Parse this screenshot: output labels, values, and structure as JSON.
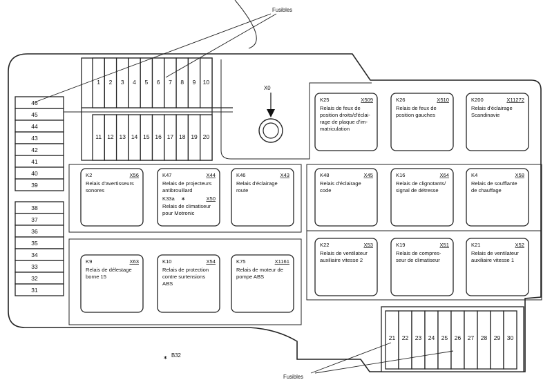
{
  "labels": {
    "fuses_top": "Fusibles",
    "fuses_bottom": "Fusibles",
    "x0": "X0",
    "b32": "B32",
    "star": "∗"
  },
  "fuses_top_row": [
    "1",
    "2",
    "3",
    "4",
    "5",
    "6",
    "7",
    "8",
    "9",
    "10"
  ],
  "fuses_second_row": [
    "11",
    "12",
    "13",
    "14",
    "15",
    "16",
    "17",
    "18",
    "19",
    "20"
  ],
  "fuses_left_upper": [
    "46",
    "45",
    "44",
    "43",
    "42",
    "41",
    "40",
    "39"
  ],
  "fuses_left_lower": [
    "38",
    "37",
    "36",
    "35",
    "34",
    "33",
    "32",
    "31"
  ],
  "fuses_bottom_row": [
    "21",
    "22",
    "23",
    "24",
    "25",
    "26",
    "27",
    "28",
    "29",
    "30"
  ],
  "relays": [
    {
      "id": "K25",
      "code": "X509",
      "lines": [
        "Relais de feux de",
        "position droits/d'éclai-",
        "rage de plaque d'im-",
        "matriculation"
      ]
    },
    {
      "id": "K26",
      "code": "X510",
      "lines": [
        "Relais de feux de",
        "position gauches"
      ]
    },
    {
      "id": "K200",
      "code": "X11272",
      "lines": [
        "Relais d'éclairage",
        "Scandinavie"
      ]
    },
    {
      "id": "K2",
      "code": "X56",
      "lines": [
        "Relais d'avertisseurs",
        "sonores"
      ]
    },
    {
      "id": "K47",
      "code": "X44",
      "lines": [
        "Relais de projecteurs",
        "antibrouillard"
      ],
      "sub_id": "K33a",
      "sub_code": "X50",
      "sub_lines": [
        "Relais de climatiseur",
        "pour Motronic"
      ]
    },
    {
      "id": "K46",
      "code": "X43",
      "lines": [
        "Relais d'éclairage",
        "route"
      ]
    },
    {
      "id": "K48",
      "code": "X45",
      "lines": [
        "Relais d'éclairage",
        "code"
      ]
    },
    {
      "id": "K16",
      "code": "X64",
      "lines": [
        "Relais de clignotants/",
        "signal de détresse"
      ]
    },
    {
      "id": "K4",
      "code": "X58",
      "lines": [
        "Relais de soufflante",
        "de chauffage"
      ]
    },
    {
      "id": "K9",
      "code": "X63",
      "lines": [
        "Relais de délestage",
        "borne 15"
      ]
    },
    {
      "id": "K10",
      "code": "X54",
      "lines": [
        "Relais de protection",
        "contre surtensions",
        "ABS"
      ]
    },
    {
      "id": "K75",
      "code": "X1161",
      "lines": [
        "Relais de moteur de",
        "pompe ABS"
      ]
    },
    {
      "id": "K22",
      "code": "X53",
      "lines": [
        "Relais de ventilateur",
        "auxiliaire vitesse 2"
      ]
    },
    {
      "id": "K19",
      "code": "X51",
      "lines": [
        "Relais de compres-",
        "seur de climatiseur"
      ]
    },
    {
      "id": "K21",
      "code": "X52",
      "lines": [
        "Relais de ventilateur",
        "auxiliaire vitesse 1"
      ]
    }
  ]
}
